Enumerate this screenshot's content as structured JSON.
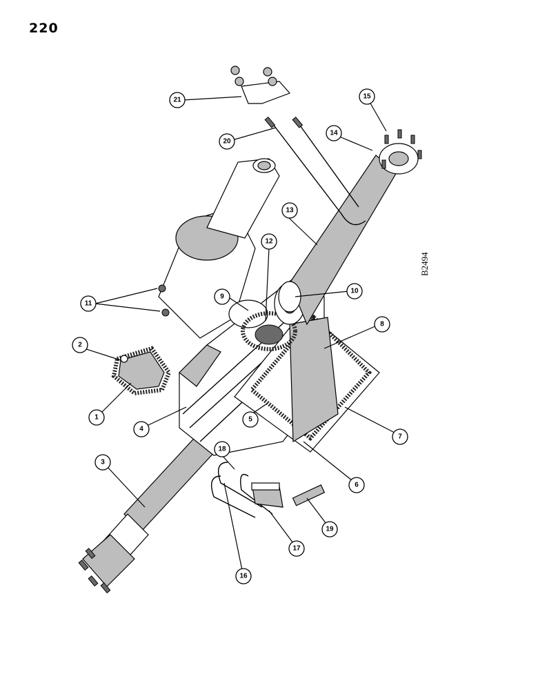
{
  "page_number": "220",
  "figure_code": "B2494",
  "callouts": [
    "1",
    "2",
    "3",
    "4",
    "5",
    "6",
    "7",
    "8",
    "9",
    "10",
    "11",
    "12",
    "13",
    "14",
    "15",
    "16",
    "17",
    "18",
    "19",
    "20",
    "21"
  ]
}
